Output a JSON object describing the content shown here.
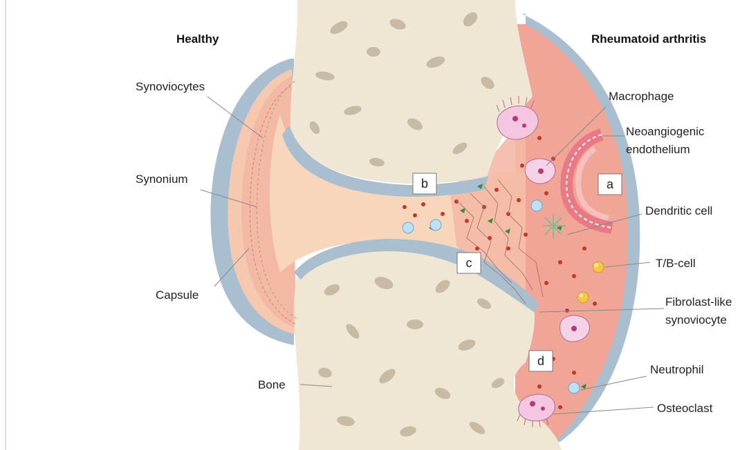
{
  "headings": {
    "healthy": "Healthy",
    "ra": "Rheumatoid arthritis"
  },
  "labels": {
    "synoviocytes": "Synoviocytes",
    "synonium": "Synonium",
    "capsule": "Capsule",
    "bone": "Bone",
    "macrophage": "Macrophage",
    "neoangiogenic_1": "Neoangiogenic",
    "neoangiogenic_2": "endothelium",
    "dendritic": "Dendritic cell",
    "tb_cell": "T/B-cell",
    "fibroblast_1": "Fibrolast-like",
    "fibroblast_2": "synoviocyte",
    "neutrophil": "Neutrophil",
    "osteoclast": "Osteoclast"
  },
  "markers": {
    "a": "a",
    "b": "b",
    "c": "c",
    "d": "d"
  },
  "colors": {
    "bone": "#efe6d3",
    "bone_spot": "#c7bba6",
    "capsule": "#a9bfd0",
    "synovium_healthy": "#f6c8b0",
    "synovium_ra": "#f0a596",
    "fluid": "#f8d6bb",
    "vessel": "#e87a86",
    "macrophage": "#f5c6e1",
    "tb_cell": "#f6c64a",
    "neutrophil": "#bfe0f2",
    "dendritic": "#9ed3b4"
  }
}
